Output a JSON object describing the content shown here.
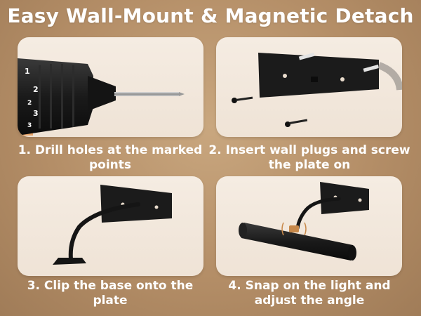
{
  "header": {
    "title": "Easy Wall-Mount & Magnetic Detach"
  },
  "steps": [
    {
      "caption": "1. Drill holes at the marked points"
    },
    {
      "caption": "2. Insert wall plugs and screw the plate on"
    },
    {
      "caption": "3. Clip the base onto the plate"
    },
    {
      "caption": "4. Snap on the light and adjust the angle"
    }
  ],
  "drill_chuck_numbers": [
    "1",
    "2",
    "3",
    "2",
    "3"
  ],
  "colors": {
    "background": "#b48e67",
    "panel": "#f2e7db",
    "hardware": "#1c1c1c",
    "text": "#ffffff"
  }
}
